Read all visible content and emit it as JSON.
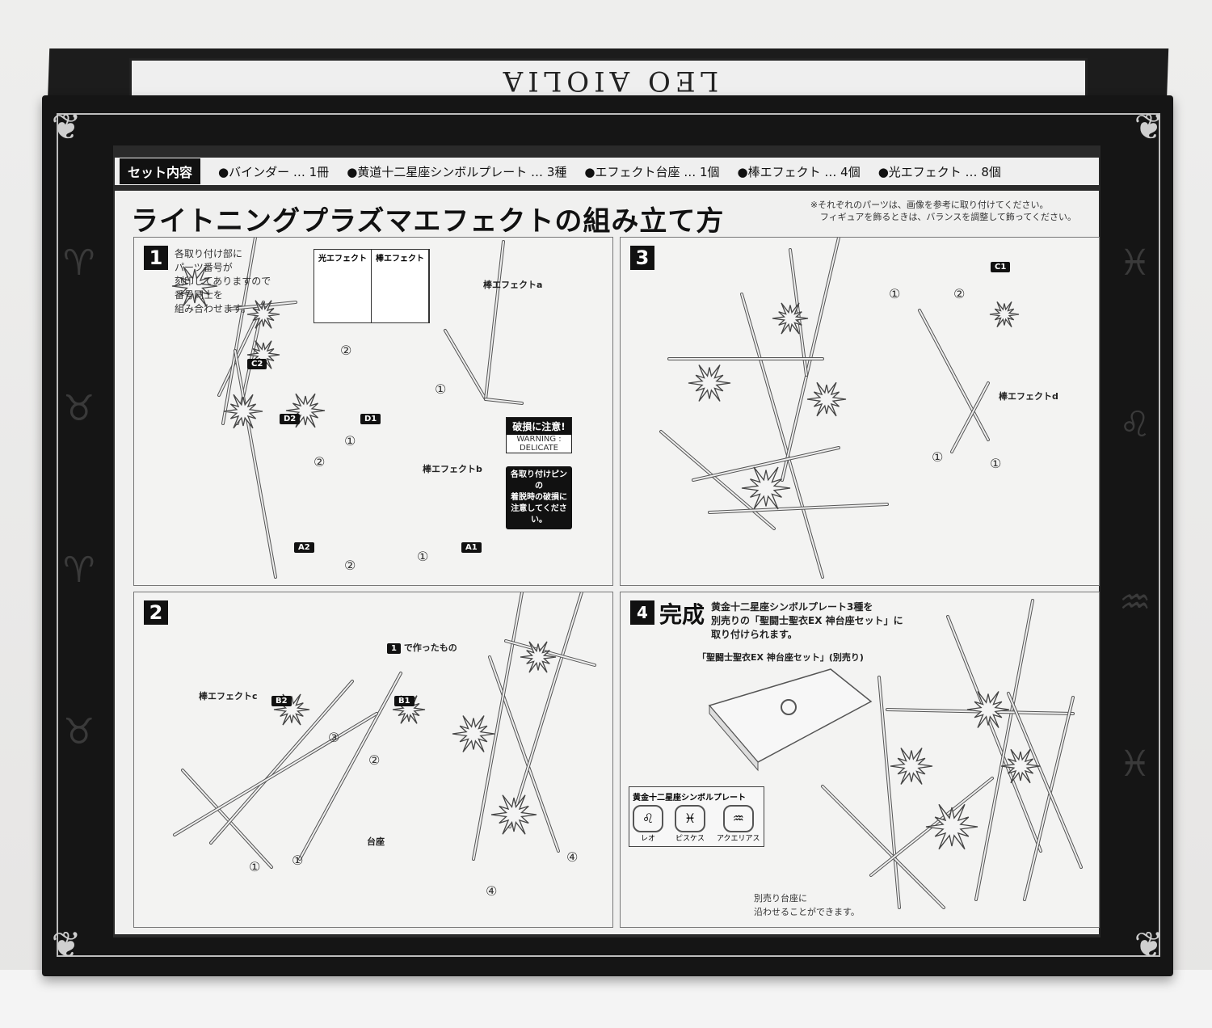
{
  "lid_label": "LEO AIOLIA",
  "set_contents": {
    "tag": "セット内容",
    "items": [
      "●バインダー … 1冊",
      "●黄道十二星座シンボルプレート … 3種",
      "●エフェクト台座 … 1個",
      "●棒エフェクト … 4個",
      "●光エフェクト … 8個"
    ]
  },
  "title": "ライトニングプラズマエフェクトの組み立て方",
  "note": [
    "※それぞれのパーツは、画像を参考に取り付けてください。",
    "フィギュアを飾るときは、バランスを調整して飾ってください。"
  ],
  "step1": {
    "number": "1",
    "text": [
      "各取り付け部に",
      "パーツ番号が",
      "刻印してありますので",
      "番号同士を",
      "組み合わせます。"
    ],
    "table_headers": [
      "光エフェクト",
      "棒エフェクト"
    ],
    "labels": {
      "a": "棒エフェクトa",
      "b": "棒エフェクトb"
    },
    "parts": [
      "C2",
      "D2",
      "D1",
      "A2",
      "A1"
    ],
    "warning_title": "破損に注意!",
    "warning_text": [
      "WARNING :",
      "DELICATE"
    ],
    "pin_warning": [
      "各取り付けピンの",
      "着脱時の破損に",
      "注意してください。"
    ]
  },
  "step2": {
    "number": "2",
    "label_c": "棒エフェクトc",
    "parts": [
      "B2",
      "B1"
    ],
    "base_label": "台座",
    "made_in_1": "で作ったもの",
    "made_in_1_ref": "1"
  },
  "step3": {
    "number": "3",
    "label_d": "棒エフェクトd",
    "parts": [
      "C1"
    ]
  },
  "step4": {
    "number": "4",
    "heading": "完成",
    "text": [
      "黄金十二星座シンボルプレート3種を",
      "別売りの「聖闘士聖衣EX 神台座セット」に",
      "取り付けられます。"
    ],
    "stand_label": "「聖闘士聖衣EX 神台座セット」(別売り)",
    "plates_title": "黄金十二星座シンボルプレート",
    "plates": [
      "レオ",
      "ピスケス",
      "アクエリアス"
    ],
    "footer": [
      "別売り台座に",
      "沿わせることができます。"
    ]
  },
  "circled": [
    "①",
    "②",
    "③",
    "④"
  ]
}
